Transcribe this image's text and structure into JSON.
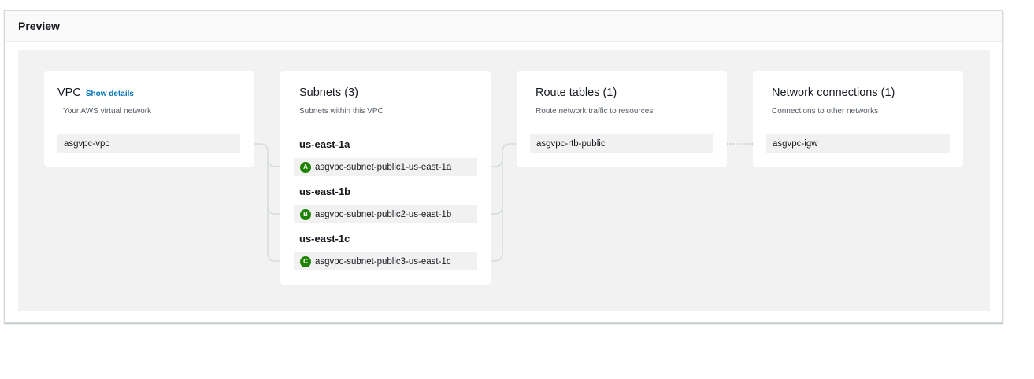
{
  "panel": {
    "title": "Preview"
  },
  "vpc": {
    "title": "VPC",
    "details_link": "Show details",
    "subtitle": "Your AWS virtual network",
    "resource": "asgvpc-vpc"
  },
  "subnets": {
    "title": "Subnets (3)",
    "subtitle": "Subnets within this VPC",
    "zones": [
      {
        "az": "us-east-1a",
        "badge": "A",
        "subnet": "asgvpc-subnet-public1-us-east-1a"
      },
      {
        "az": "us-east-1b",
        "badge": "B",
        "subnet": "asgvpc-subnet-public2-us-east-1b"
      },
      {
        "az": "us-east-1c",
        "badge": "C",
        "subnet": "asgvpc-subnet-public3-us-east-1c"
      }
    ]
  },
  "route_tables": {
    "title": "Route tables (1)",
    "subtitle": "Route network traffic to resources",
    "resource": "asgvpc-rtb-public"
  },
  "network_connections": {
    "title": "Network connections (1)",
    "subtitle": "Connections to other networks",
    "resource": "asgvpc-igw"
  },
  "colors": {
    "badge": "#1d8102",
    "link": "#0073bb",
    "connector": "#d5dbdb"
  }
}
